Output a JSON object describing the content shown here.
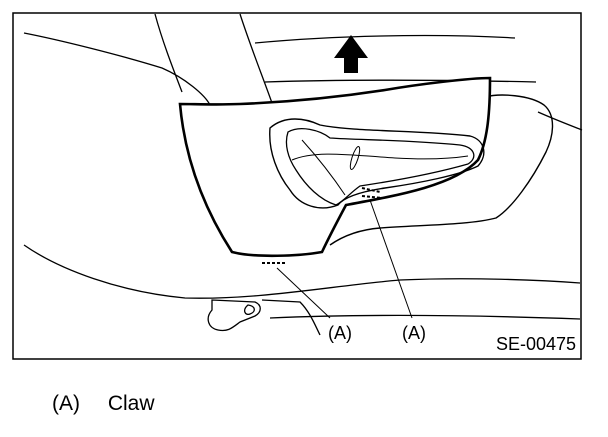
{
  "figure": {
    "callouts": [
      "(A)",
      "(A)"
    ],
    "code": "SE-00475"
  },
  "legend": [
    {
      "key": "(A)",
      "text": "Claw"
    }
  ]
}
